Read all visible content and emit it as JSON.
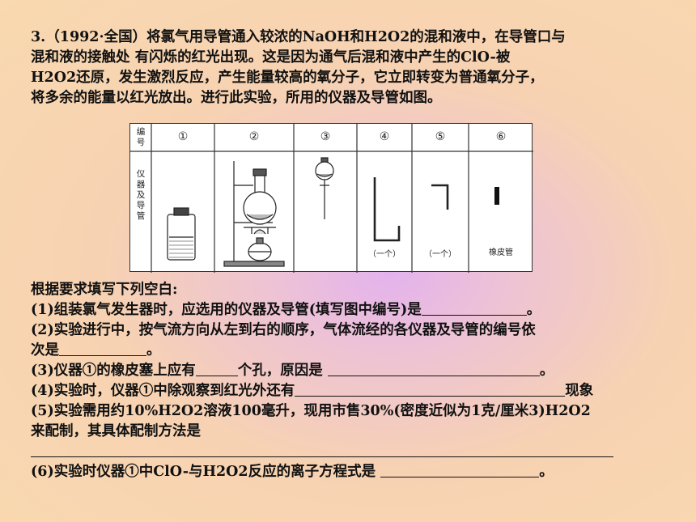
{
  "question": {
    "intro_lines": [
      "3.（1992·全国）将氯气用导管通入较浓的NaOH和H2O2的混和液中，在导管口与",
      "混和液的接触处 有闪烁的红光出现。这是因为通气后混和液中产生的ClO-被",
      "H2O2还原，发生激烈反应，产生能量较高的氧分子，它立即转变为普通氧分子，",
      "将多余的能量以红光放出。进行此实验，所用的仪器及导管如图。"
    ],
    "prompt": "根据要求填写下列空白:",
    "items": [
      {
        "text": "(1)组装氯气发生器时，应选用的仪器及导管(填写图中编号)是",
        "suffix": "。"
      },
      {
        "text": "(2)实验进行中，按气流方向从左到右的顺序，气体流经的各仪器及导管的编号依"
      },
      {
        "text": "次是",
        "suffix": "。"
      },
      {
        "text": "(3)仪器①的橡皮塞上应有",
        "mid": "个孔，原因是 ",
        "suffix": "。"
      },
      {
        "text": "(4)实验时，仪器①中除观察到红光外还有",
        "suffix": "现象"
      },
      {
        "text": "(5)实验需用约10%H2O2溶液100毫升，现用市售30%(密度近似为1克/厘米3)H2O2"
      },
      {
        "text": "来配制，其具体配制方法是"
      },
      {
        "text": "(6)实验时仪器①中ClO-与H2O2反应的离子方程式是 ",
        "suffix": "。"
      }
    ]
  },
  "figure": {
    "header_label": "编号",
    "row_label": "仪器及导管",
    "numbers": [
      "①",
      "②",
      "③",
      "④",
      "⑤",
      "⑥"
    ],
    "captions": [
      "",
      "",
      "",
      "（一个）",
      "（一个）",
      "橡皮管"
    ]
  }
}
